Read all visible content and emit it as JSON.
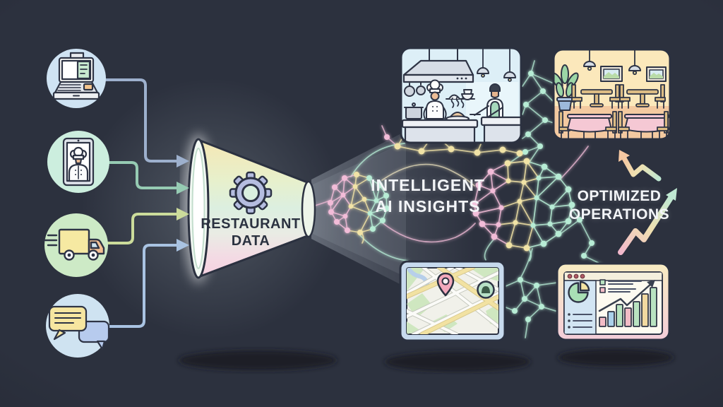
{
  "scene": {
    "description": "Illustration of restaurant data funneled into intelligent AI insights producing optimized operations",
    "background_color": "#2c313e"
  },
  "funnel_label": {
    "line1": "RESTAURANT",
    "line2": "DATA",
    "icon": "gear-icon",
    "text_color": "#2b3240"
  },
  "insights_label": {
    "line1": "INTELLIGENT",
    "line2": "AI INSIGHTS",
    "color": "#f3f5f8"
  },
  "operations_label": {
    "line1": "OPTIMIZED",
    "line2": "OPERATIONS",
    "color": "#f3f5f8"
  },
  "sources": [
    {
      "name": "POS terminal",
      "icon": "cash-register-icon",
      "circle_color": "#cfe3f3",
      "arrow_color": "#9db0cd"
    },
    {
      "name": "Staff tablet with chef",
      "icon": "chef-tablet-icon",
      "circle_color": "#cceede",
      "arrow_color": "#96cbb3"
    },
    {
      "name": "Delivery truck",
      "icon": "delivery-truck-icon",
      "circle_color": "#cdeac6",
      "arrow_color": "#ccdc9b"
    },
    {
      "name": "Customer feedback chat",
      "icon": "chat-bubbles-icon",
      "circle_color": "#cfe3f1",
      "arrow_color": "#a9c3e2"
    }
  ],
  "outputs": [
    {
      "name": "Kitchen operations",
      "icon": "kitchen-scene-panel"
    },
    {
      "name": "Dining room",
      "icon": "dining-room-panel"
    },
    {
      "name": "Delivery / location map",
      "icon": "map-panel"
    },
    {
      "name": "Analytics dashboard",
      "icon": "dashboard-panel"
    }
  ],
  "network_colors": {
    "mint": "#b7ecd5",
    "pink": "#f2bcd8",
    "yellow": "#f1e3a6",
    "cream": "#efe6c0"
  },
  "growth_arrows": {
    "count": 2,
    "gradient": [
      "#f2b8cc",
      "#efe0b0",
      "#bfe8d2",
      "#f6c8a2"
    ]
  }
}
